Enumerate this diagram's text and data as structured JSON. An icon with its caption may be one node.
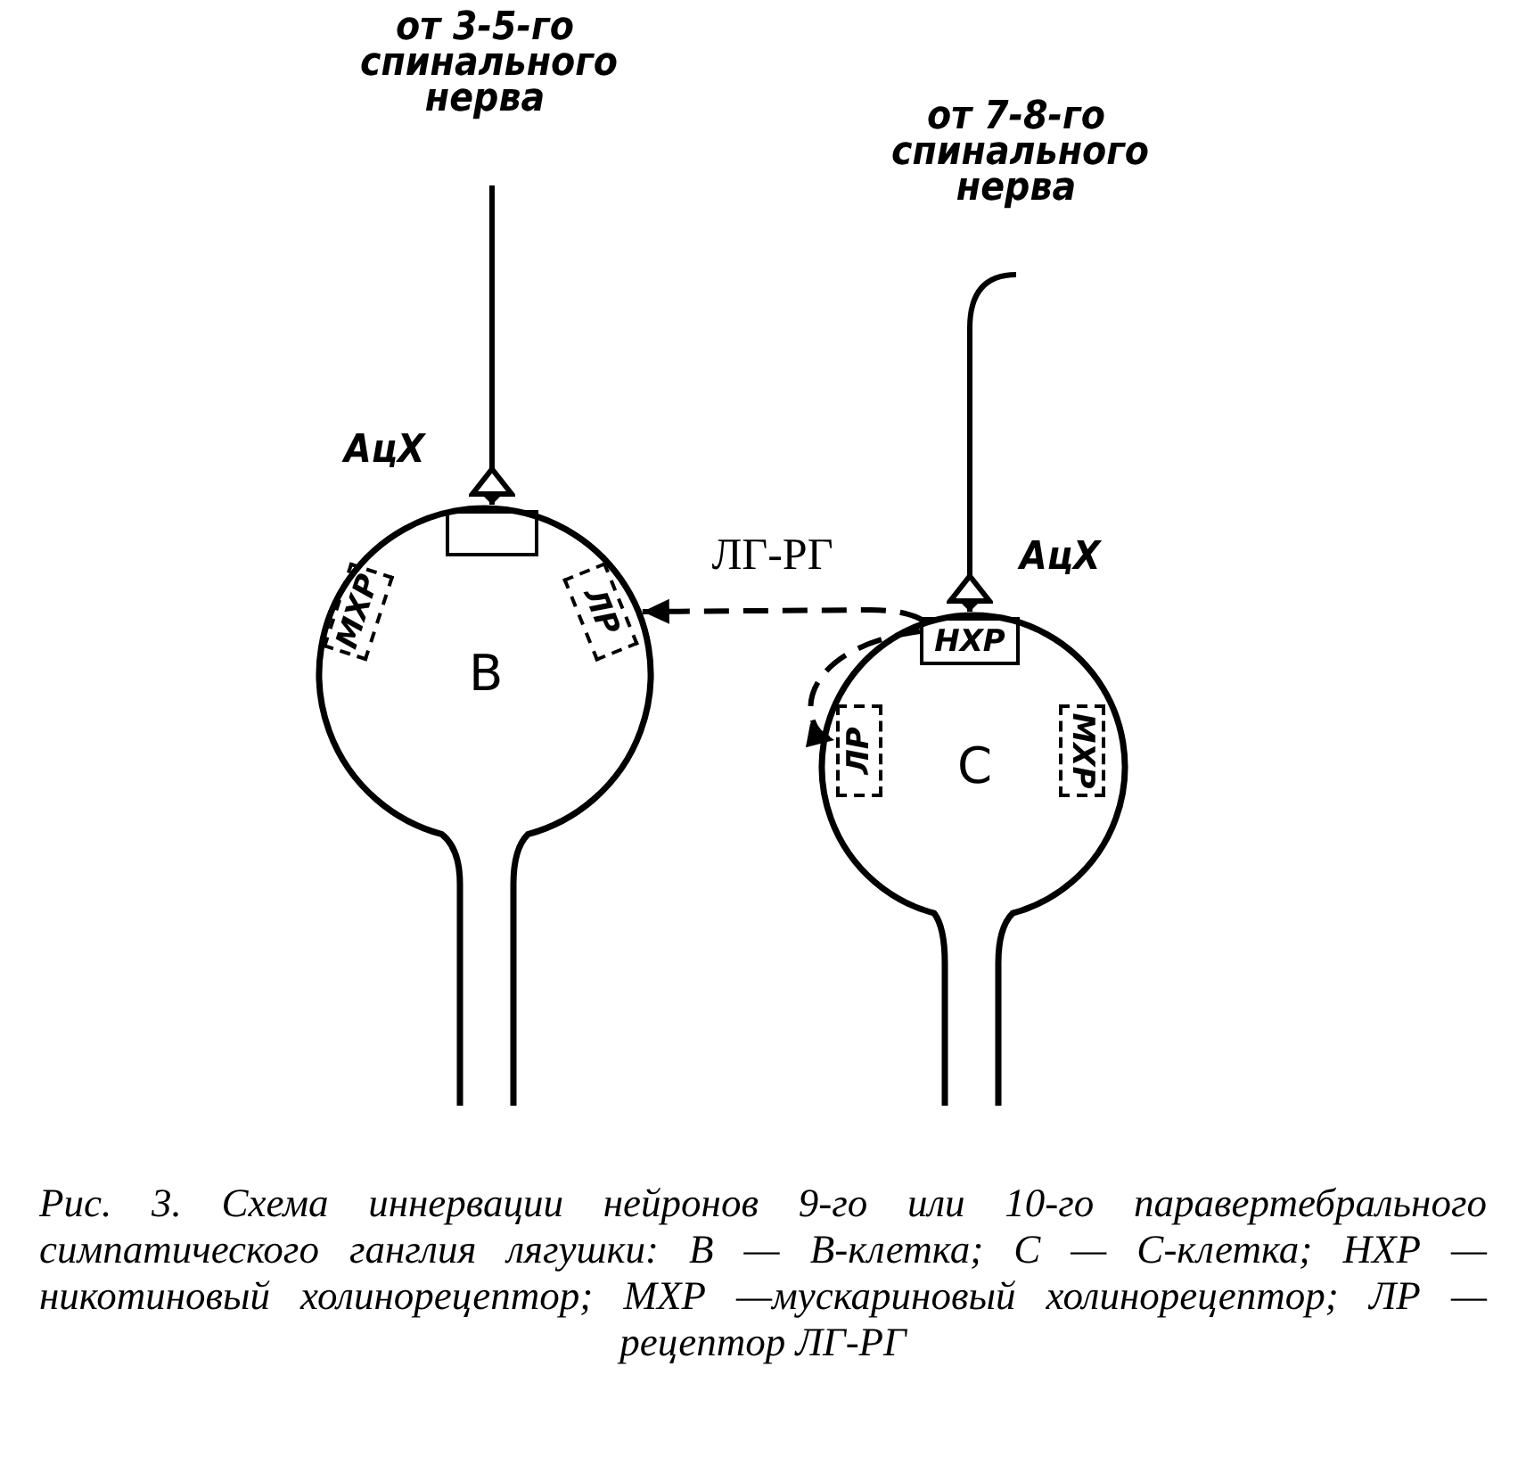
{
  "diagram": {
    "nodes": [
      {
        "text": [
          "от 3-5-го спинального нерва"
        ]
      },
      {
        "text": [
          "В"
        ]
      },
      {
        "text": [],
        "shape": "box",
        "in": 1
      },
      {
        "text": [
          "МХР"
        ],
        "in": 1
      },
      {
        "text": [
          "ЛР"
        ],
        "in": 1
      },
      {
        "text": [
          "от 7-8-го спинального нерва"
        ]
      },
      {
        "text": [
          "С"
        ]
      },
      {
        "text": [
          "НХР"
        ],
        "in": 6
      },
      {
        "text": [
          "ЛР"
        ],
        "in": 6
      },
      {
        "text": [
          "МХР"
        ],
        "in": 6
      }
    ],
    "edges": [
      {
        "from": 0,
        "to": 2,
        "arrow": "other",
        "label": "АцХ"
      },
      {
        "from": 5,
        "to": 7,
        "arrow": "other",
        "label": "АцХ"
      },
      {
        "from": 7,
        "to": 4,
        "arrow": "to",
        "style": "dashed",
        "label": "ЛГ-РГ"
      },
      {
        "from": 7,
        "to": 8,
        "arrow": "to",
        "style": "dashed"
      }
    ],
    "caption": "Рис. 3. Схема иннервации нейронов 9-го или 10-го паравертебрального симпатического ганглия лягушки: В — В-клетка; С — С-клетка; НХР — никотиновый холинорецептор; МХР —мускариновый холинорецептор; ЛР — рецептор ЛГ-РГ"
  }
}
